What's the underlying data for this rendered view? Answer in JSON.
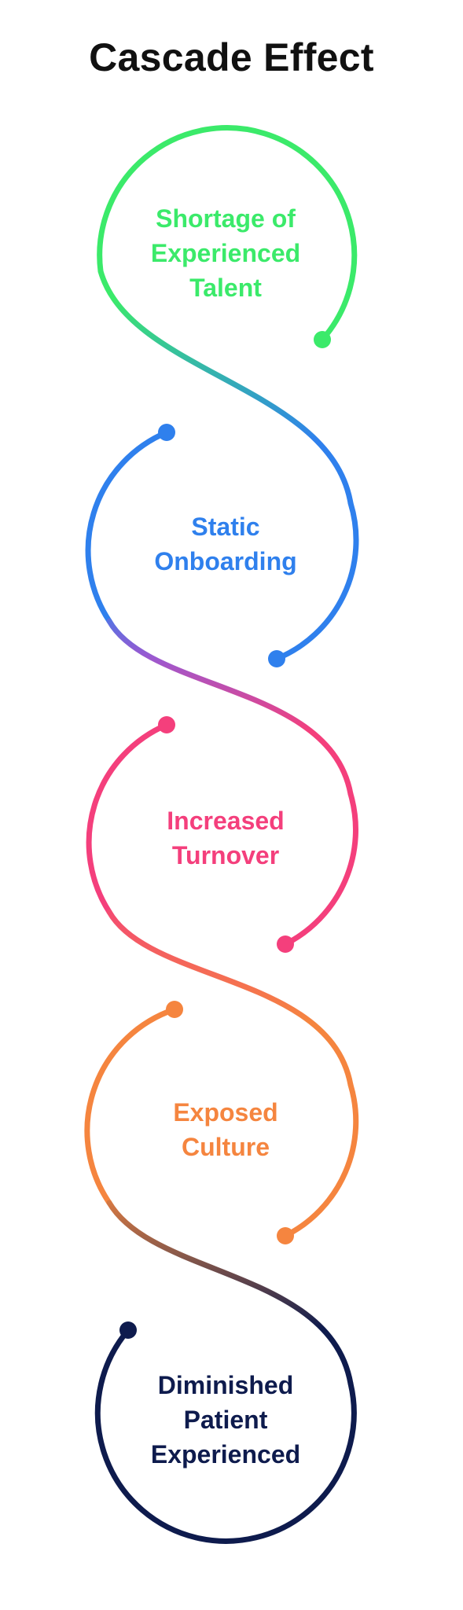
{
  "title": "Cascade Effect",
  "stages": [
    {
      "lines": [
        "Shortage of",
        "Experienced",
        "Talent"
      ],
      "color": "#3bea6a"
    },
    {
      "lines": [
        "Static",
        "Onboarding"
      ],
      "color": "#2f80ed"
    },
    {
      "lines": [
        "Increased",
        "Turnover"
      ],
      "color": "#f43f7c"
    },
    {
      "lines": [
        "Exposed",
        "Culture"
      ],
      "color": "#f5853f"
    },
    {
      "lines": [
        "Diminished",
        "Patient",
        "Experienced"
      ],
      "color": "#0e1b4d"
    }
  ],
  "connector_colors": [
    "#3bea6a",
    "#2f80ed",
    "#9b59d0",
    "#f43f7c",
    "#f5853f",
    "#8b5a4a",
    "#0e1b4d"
  ]
}
